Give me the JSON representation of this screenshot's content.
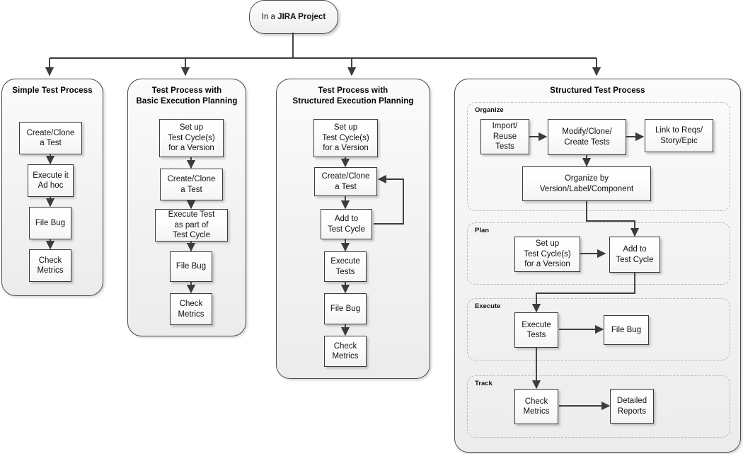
{
  "diagram": {
    "start": {
      "line1": "In a",
      "line2": "JIRA Project"
    },
    "lanes": [
      {
        "id": "simple",
        "title": "Simple Test Process",
        "nodes": [
          {
            "id": "s1",
            "label": "Create/Clone\na Test"
          },
          {
            "id": "s2",
            "label": "Execute it\nAd hoc"
          },
          {
            "id": "s3",
            "label": "File Bug"
          },
          {
            "id": "s4",
            "label": "Check\nMetrics"
          }
        ]
      },
      {
        "id": "basic",
        "title": "Test Process with\nBasic Execution Planning",
        "nodes": [
          {
            "id": "b1",
            "label": "Set up\nTest Cycle(s)\nfor a Version"
          },
          {
            "id": "b2",
            "label": "Create/Clone\na Test"
          },
          {
            "id": "b3",
            "label": "Execute Test\nas part of\nTest Cycle"
          },
          {
            "id": "b4",
            "label": "File Bug"
          },
          {
            "id": "b5",
            "label": "Check\nMetrics"
          }
        ]
      },
      {
        "id": "structured-planning",
        "title": "Test Process with\nStructured Execution Planning",
        "nodes": [
          {
            "id": "p1",
            "label": "Set up\nTest Cycle(s)\nfor a Version"
          },
          {
            "id": "p2",
            "label": "Create/Clone\na Test"
          },
          {
            "id": "p3",
            "label": "Add to\nTest Cycle"
          },
          {
            "id": "p4",
            "label": "Execute\nTests"
          },
          {
            "id": "p5",
            "label": "File Bug"
          },
          {
            "id": "p6",
            "label": "Check\nMetrics"
          }
        ]
      },
      {
        "id": "structured",
        "title": "Structured Test Process",
        "groups": [
          {
            "id": "organize",
            "title": "Organize",
            "nodes": [
              {
                "id": "o1",
                "label": "Import/\nReuse\nTests"
              },
              {
                "id": "o2",
                "label": "Modify/Clone/\nCreate Tests"
              },
              {
                "id": "o3",
                "label": "Link to Reqs/\nStory/Epic"
              },
              {
                "id": "o4",
                "label": "Organize by\nVersion/Label/Component"
              }
            ]
          },
          {
            "id": "plan",
            "title": "Plan",
            "nodes": [
              {
                "id": "pl1",
                "label": "Set up\nTest Cycle(s)\nfor a Version"
              },
              {
                "id": "pl2",
                "label": "Add to\nTest Cycle"
              }
            ]
          },
          {
            "id": "execute",
            "title": "Execute",
            "nodes": [
              {
                "id": "e1",
                "label": "Execute\nTests"
              },
              {
                "id": "e2",
                "label": "File Bug"
              }
            ]
          },
          {
            "id": "track",
            "title": "Track",
            "nodes": [
              {
                "id": "t1",
                "label": "Check\nMetrics"
              },
              {
                "id": "t2",
                "label": "Detailed\nReports"
              }
            ]
          }
        ]
      }
    ],
    "colors": {
      "node_border": "#3a3a3a",
      "lane_border": "#4a4a4a",
      "connector": "#3c3c3c",
      "sub_border": "#b9b9b9",
      "background": "#ffffff"
    }
  }
}
